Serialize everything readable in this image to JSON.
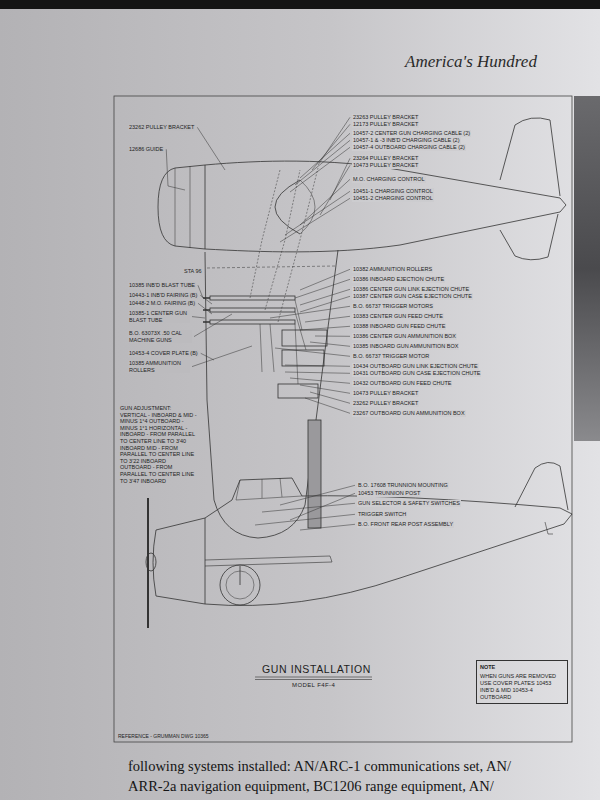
{
  "diagram": {
    "title": "GUN INSTALLATION",
    "nodes": [
      {
        "text": [
          "NOTE",
          "WHEN GUNS ARE REMOVED USE COVER PLATES 10453 INB'D & MID 10453-4 OUTBOARD"
        ]
      }
    ],
    "labels": [
      "America's Hundred",
      "23262 PULLEY BRACKET",
      "12686 GUIDE",
      "23263 PULLEY BRACKET",
      "12173 PULLEY BRACKET",
      "10457-2 CENTER GUN CHARGING CABLE (2)",
      "10457-1 & -3 INB'D CHARGING CABLE (2)",
      "10457-4 OUTBOARD CHARGING CABLE (2)",
      "23264 PULLEY BRACKET",
      "10473 PULLEY BRACKET",
      "M.O. CHARGING CONTROL",
      "10451-1 CHARGING CONTROL",
      "10451-2 CHARGING CONTROL",
      "10382 AMMUNITION ROLLERS",
      "10386 INBOARD EJECTION CHUTE",
      "10386 CENTER GUN LINK EJECTION CHUTE",
      "10387 CENTER GUN CASE EJECTION CHUTE",
      "B.O. 66737 TRIGGER MOTORS",
      "10383 CENTER GUN FEED CHUTE",
      "10388 INBOARD GUN FEED CHUTE",
      "10386 CENTER GUN AMMUNITION BOX",
      "10385 INBOARD GUN AMMUNITION BOX",
      "B.O. 66737 TRIGGER MOTOR",
      "10434 OUTBOARD GUN LINK EJECTION CHUTE",
      "10431 OUTBOARD GUN CASE EJECTION CHUTE",
      "10432 OUTBOARD GUN FEED CHUTE",
      "10473 PULLEY BRACKET",
      "23262 PULLEY BRACKET",
      "23267 OUTBOARD GUN AMMUNITION BOX",
      "10385 INB'D BLAST TUBE",
      "10443-1 INB'D FAIRING (B)",
      "10448-2 M.O. FAIRING (B)",
      "10385-1 CENTER GUN BLAST TUBE",
      "B.O. 63073X .50 CAL MACHINE GUNS",
      "10453-4 COVER PLATE (B)",
      "10385 AMMUNITION ROLLERS",
      "STA 96",
      "GUN ADJUSTMENT: VERTICAL - INBOARD & MID - MINUS 1°4 OUTBOARD - MINUS 1°1 HORIZONTAL - INBOARD - FROM PARALLEL TO CENTER LINE TO 3'40 INBOARD MID - FROM PARALLEL TO CENTER LINE TO 3'22 INBOARD OUTBOARD - FROM PARALLEL TO CENTER LINE TO 3'47 INBOARD",
      "B.O. 17608 TRUNNION MOUNTING",
      "10453 TRUNNION POST",
      "GUN SELECTOR & SAFETY SWITCHES",
      "TRIGGER SWITCH",
      "B.O. FRONT REAR POST ASSEMBLY",
      "REFERENCE - GRUMMAN DWG 10365",
      "following systems installed: AN/ARC-1 communications set, AN/",
      "ARR-2a navigation equipment, BC1206 range equipment, AN/",
      "MODEL F4F-4"
    ]
  }
}
